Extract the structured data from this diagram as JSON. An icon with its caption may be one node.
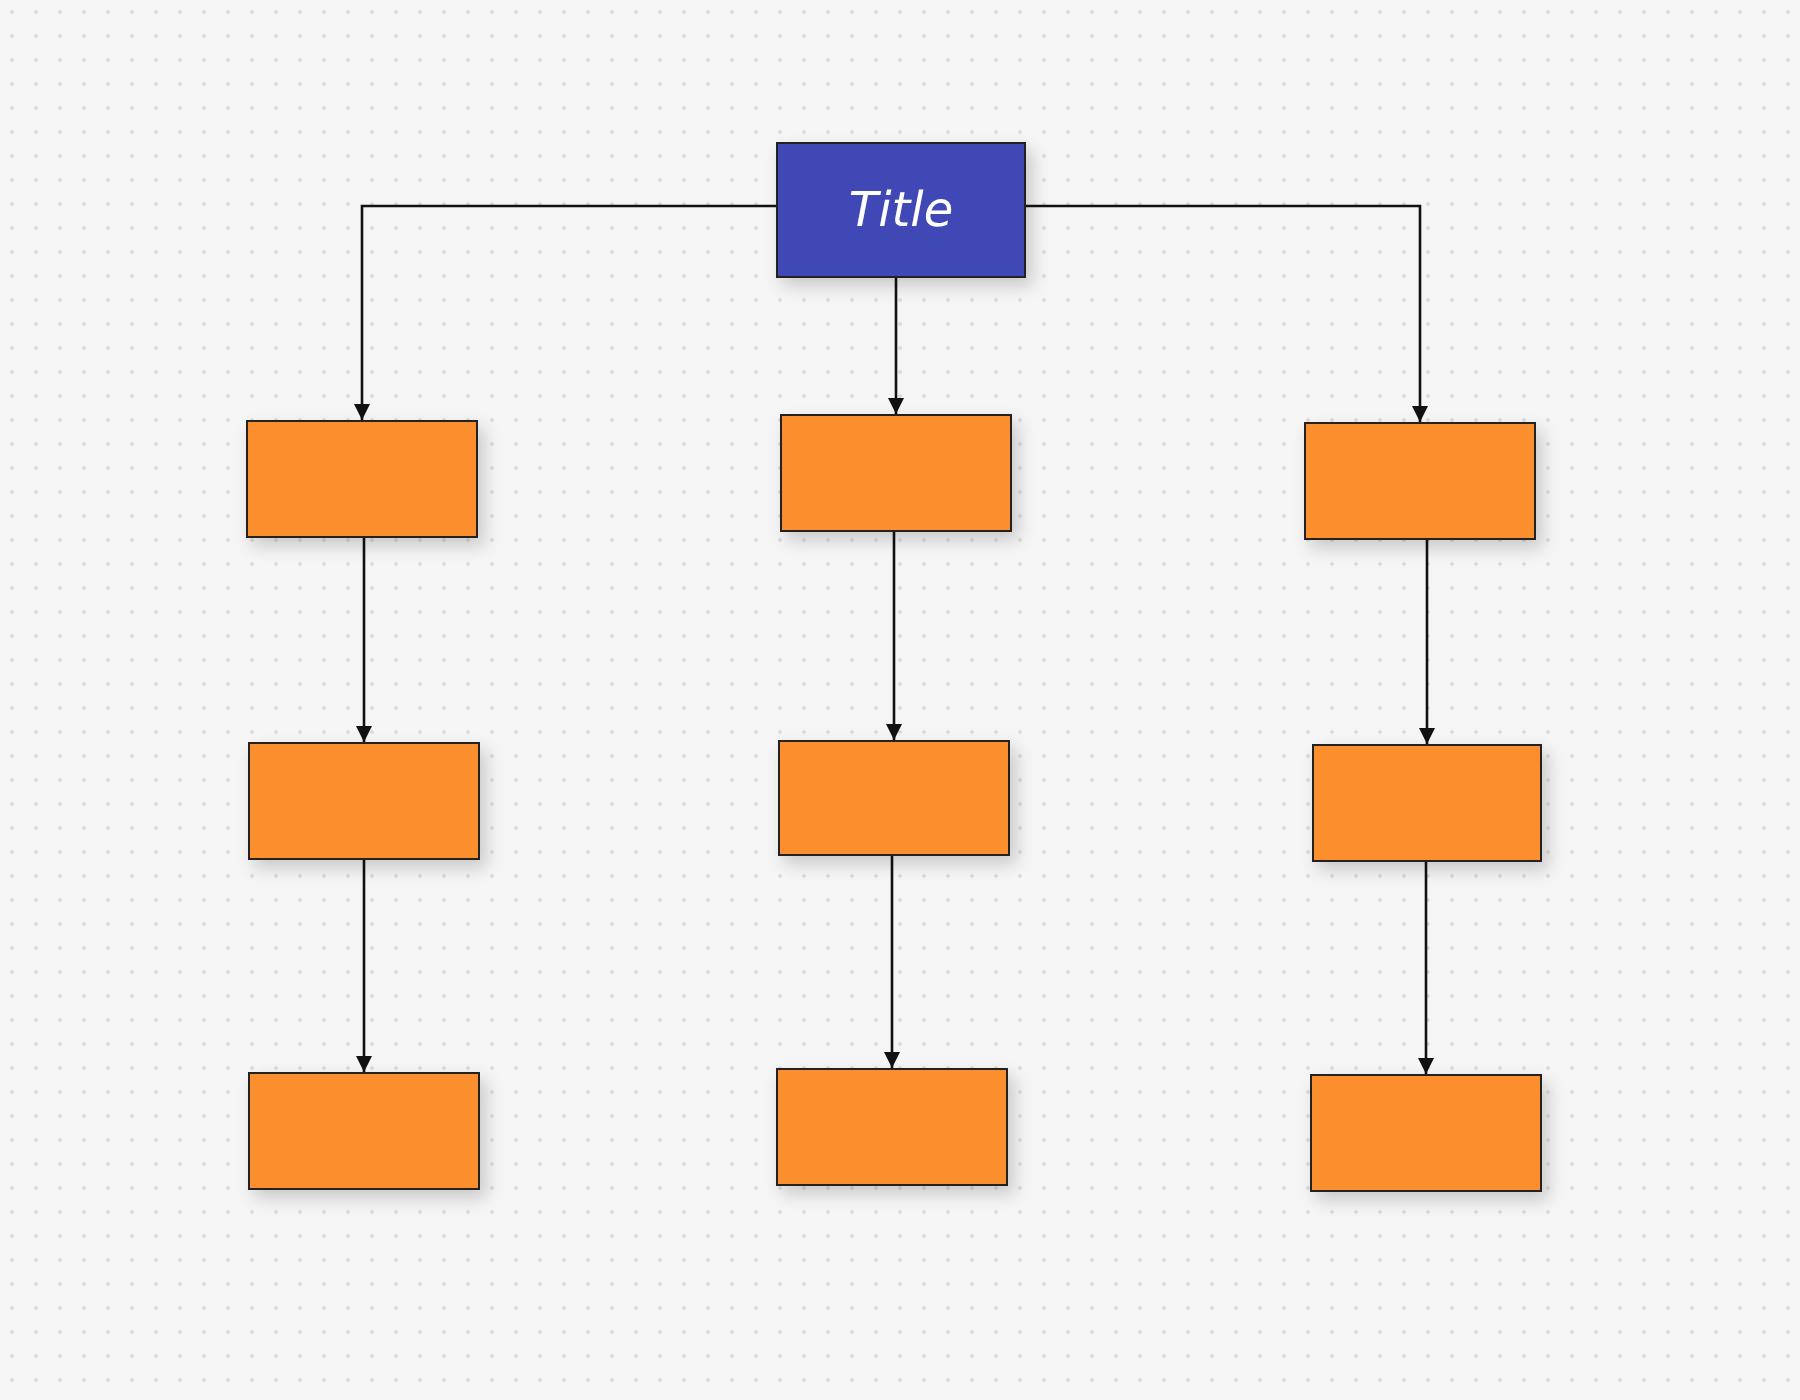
{
  "diagram": {
    "nodes": [
      {
        "text": [
          "Title"
        ]
      },
      {
        "text": [],
        "shape": "box"
      },
      {
        "text": [],
        "shape": "box"
      },
      {
        "text": [],
        "shape": "box"
      },
      {
        "text": [],
        "shape": "box"
      },
      {
        "text": [],
        "shape": "box"
      },
      {
        "text": [],
        "shape": "box"
      },
      {
        "text": [],
        "shape": "box"
      },
      {
        "text": [],
        "shape": "box"
      },
      {
        "text": [],
        "shape": "box"
      }
    ],
    "edges": [
      {
        "from": 0,
        "to": 1,
        "arrow": "to"
      },
      {
        "from": 0,
        "to": 2,
        "arrow": "to"
      },
      {
        "from": 0,
        "to": 3,
        "arrow": "to"
      },
      {
        "from": 1,
        "to": 4,
        "arrow": "to"
      },
      {
        "from": 2,
        "to": 5,
        "arrow": "to"
      },
      {
        "from": 3,
        "to": 6,
        "arrow": "to"
      },
      {
        "from": 4,
        "to": 7,
        "arrow": "to"
      },
      {
        "from": 5,
        "to": 8,
        "arrow": "to"
      },
      {
        "from": 6,
        "to": 9,
        "arrow": "to"
      }
    ]
  }
}
